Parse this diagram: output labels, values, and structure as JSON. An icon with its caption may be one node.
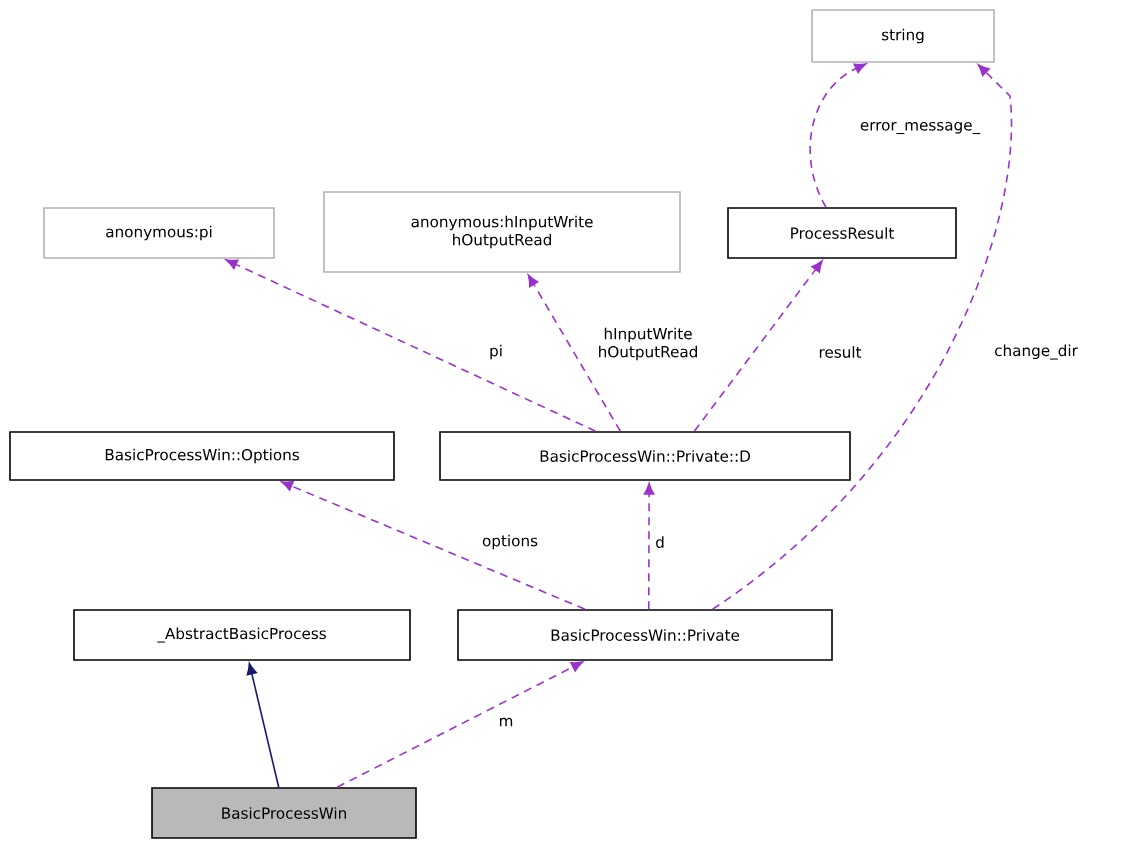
{
  "diagram": {
    "nodes": [
      {
        "text": [
          "string"
        ]
      },
      {
        "text": [
          "anonymous:pi"
        ]
      },
      {
        "text": [
          "anonymous:hInputWrite hOutputRead"
        ]
      },
      {
        "text": [
          "ProcessResult"
        ]
      },
      {
        "text": [
          "BasicProcessWin::Options"
        ]
      },
      {
        "text": [
          "BasicProcessWin::Private::D"
        ]
      },
      {
        "text": [
          "_AbstractBasicProcess"
        ]
      },
      {
        "text": [
          "BasicProcessWin::Private"
        ]
      },
      {
        "text": [
          "BasicProcessWin"
        ]
      }
    ],
    "edges": [
      {
        "from": 3,
        "to": 0,
        "arrow": "to",
        "label": "error_message_",
        "style": "dashed"
      },
      {
        "from": 5,
        "to": 1,
        "arrow": "to",
        "label": "pi",
        "style": "dashed"
      },
      {
        "from": 5,
        "to": 2,
        "arrow": "to",
        "label": "hInputWrite hOutputRead",
        "style": "dashed"
      },
      {
        "from": 5,
        "to": 3,
        "arrow": "to",
        "label": "result",
        "style": "dashed"
      },
      {
        "from": 7,
        "to": 0,
        "arrow": "to",
        "label": "change_dir",
        "style": "dashed"
      },
      {
        "from": 7,
        "to": 4,
        "arrow": "to",
        "label": "options",
        "style": "dashed"
      },
      {
        "from": 7,
        "to": 5,
        "arrow": "to",
        "label": "d",
        "style": "dashed"
      },
      {
        "from": 8,
        "to": 6,
        "arrow": "to",
        "color": "#191970"
      },
      {
        "from": 8,
        "to": 7,
        "arrow": "to",
        "label": "m",
        "style": "dashed"
      }
    ]
  }
}
